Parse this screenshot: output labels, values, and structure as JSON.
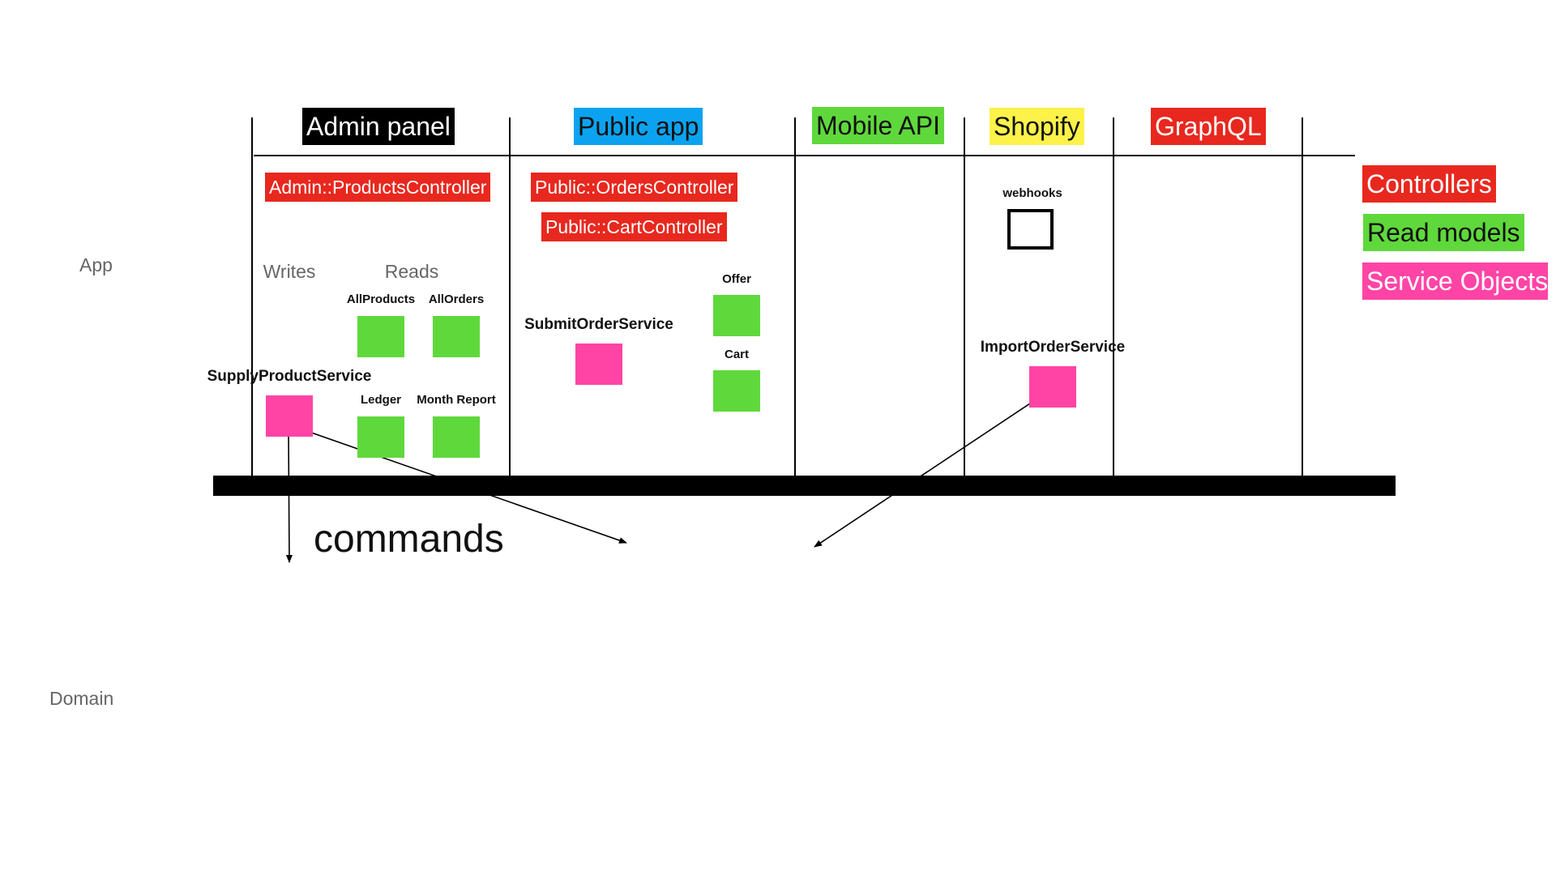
{
  "layers": {
    "app": "App",
    "domain": "Domain"
  },
  "columns": {
    "admin_panel": "Admin panel",
    "public_app": "Public app",
    "mobile_api": "Mobile API",
    "shopify": "Shopify",
    "graphql": "GraphQL"
  },
  "controllers": {
    "admin_products": "Admin::ProductsController",
    "public_orders": "Public::OrdersController",
    "public_cart": "Public::CartController"
  },
  "admin": {
    "writes": "Writes",
    "reads": "Reads",
    "read_models": [
      "AllProducts",
      "AllOrders",
      "Ledger",
      "Month Report"
    ],
    "service": "SupplyProductService"
  },
  "public": {
    "service": "SubmitOrderService",
    "read_models": [
      "Offer",
      "Cart"
    ]
  },
  "shopify": {
    "webhooks": "webhooks",
    "service": "ImportOrderService"
  },
  "commands_label": "commands",
  "legend": {
    "controllers": "Controllers",
    "read_models": "Read models",
    "service_objects": "Service Objects"
  },
  "colors": {
    "controller_red": "#e8281e",
    "read_model_green": "#5fd83c",
    "service_pink": "#ff44a6",
    "public_blue": "#0ba3f0",
    "shopify_yellow": "#fcf24a",
    "admin_black": "#000000"
  }
}
